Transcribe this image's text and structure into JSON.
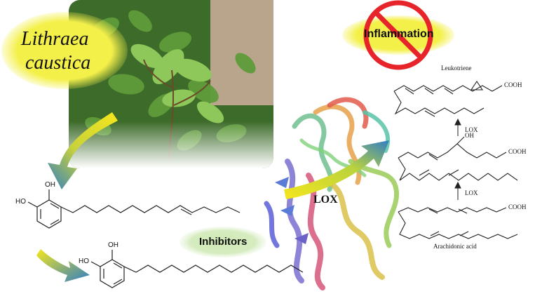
{
  "plant_label": {
    "line1": "Lithraea",
    "line2": "caustica"
  },
  "inflammation_label": "Inflammation",
  "inhibitors_label": "Inhibitors",
  "enzyme_label": "LOX",
  "pathway": {
    "product_label": "Leukotriene",
    "substrate_label": "Arachidonic acid",
    "step_label": "LOX",
    "acid_group": "COOH",
    "hydroxyl_label": "OH"
  },
  "molecule_labels": {
    "oh": "OH",
    "ho": "HO"
  },
  "colors": {
    "ellipse_yellow": "#f4f04a",
    "ellipse_green": "#d6ecc0",
    "prohibit_red": "#e8242b",
    "arrow_yellow": "#f2e21a",
    "arrow_blue": "#2f7ec4"
  }
}
